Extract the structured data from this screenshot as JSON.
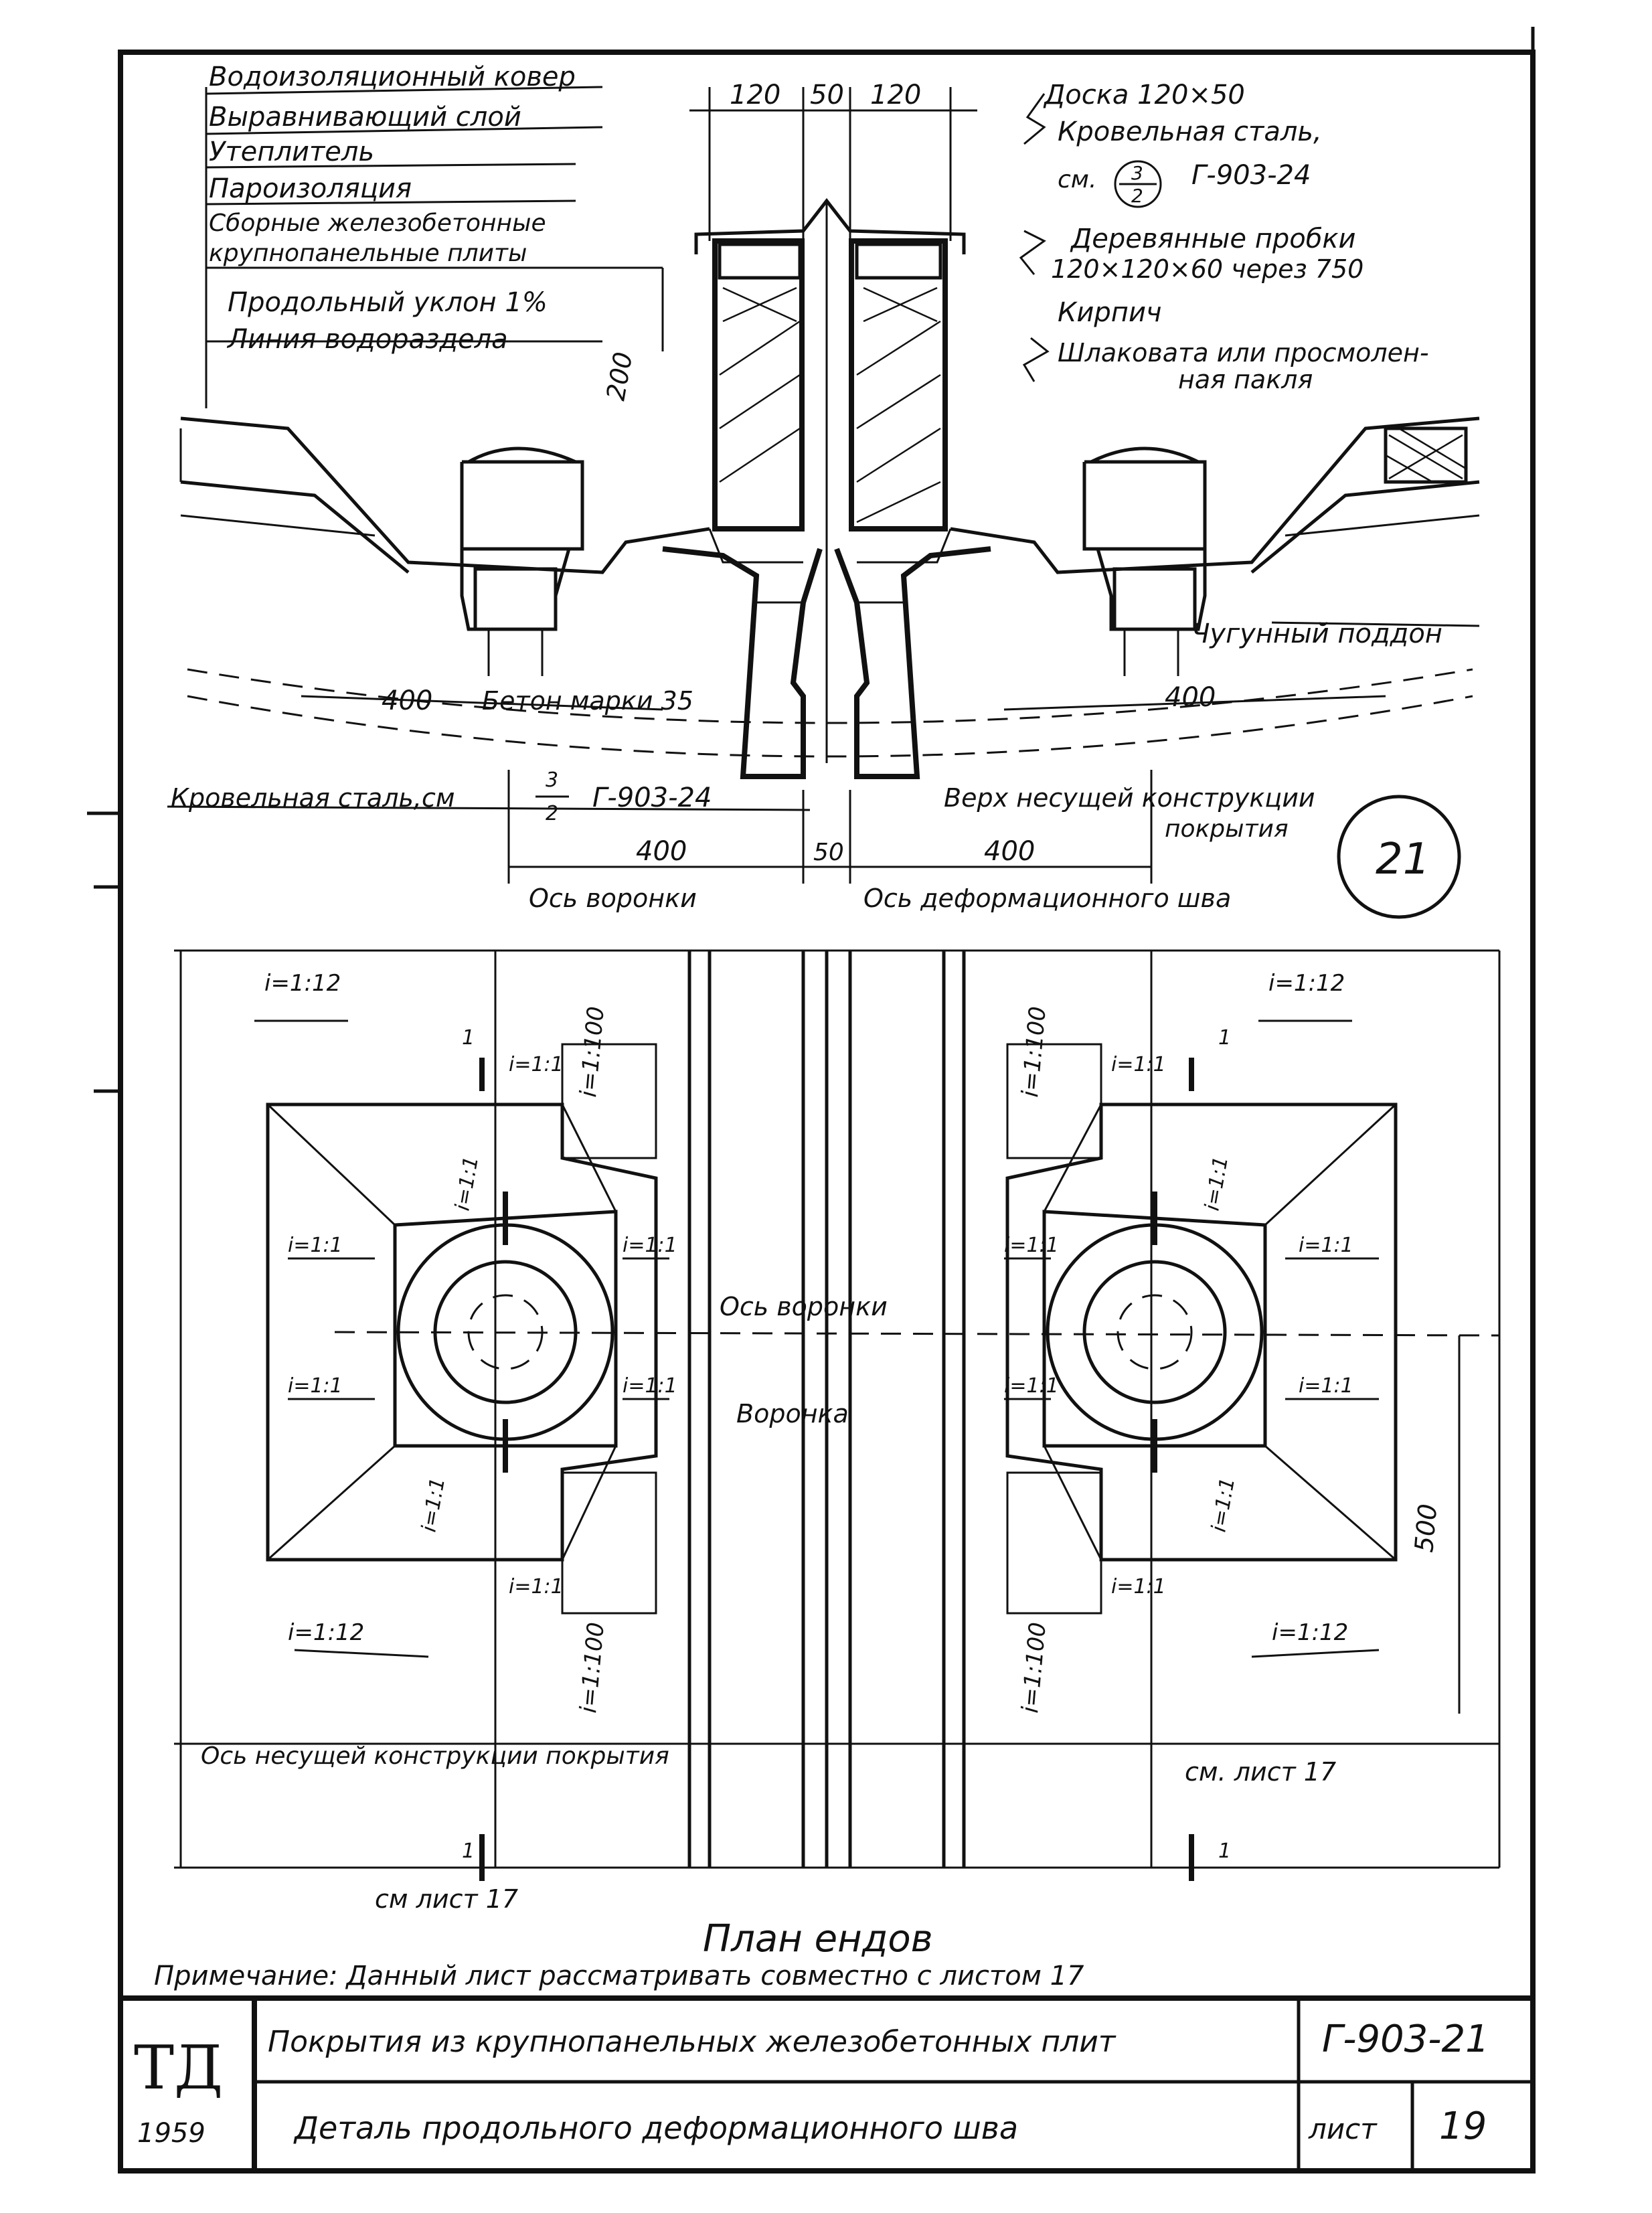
{
  "section": {
    "layer_labels": [
      "Водоизоляционный ковер",
      "Выравнивающий слой",
      "Утеплитель",
      "Пароизоляция",
      "Сборные железобетонные",
      "крупнопанельные плиты"
    ],
    "slope_label_1": "Продольный уклон 1%",
    "slope_label_2": "Линия водораздела",
    "dim_top_1": "120",
    "dim_top_2": "50",
    "dim_top_3": "120",
    "dim_200": "200",
    "callouts_right": [
      "Доска 120×50",
      "Кровельная сталь,",
      "см.",
      "Г-903-24",
      "Деревянные пробки",
      "120×120×60 через 750",
      "Кирпич",
      "Шлаковата или просмолен-",
      "ная пакля"
    ],
    "ref_num": "3",
    "ref_den": "2",
    "cast_iron_label": "Чугунный поддон",
    "concrete_label": "Бетон марки 35",
    "dim_400_left": "400",
    "dim_400_right": "400",
    "bottom_left_label": "Кровельная сталь,см",
    "bottom_left_ref": "Г-903-24",
    "top_of_structure_1": "Верх несущей конструкции",
    "top_of_structure_2": "покрытия",
    "dim_bottom_400_a": "400",
    "dim_bottom_50": "50",
    "dim_bottom_400_b": "400",
    "axis_funnel": "Ось воронки",
    "axis_joint": "Ось деформационного шва",
    "circle_number": "21"
  },
  "plan": {
    "slope_1_12": "i=1:12",
    "slope_1_100": "i=1:100",
    "slope_1_1": "i=1:1",
    "axis_funnel": "Ось воронки",
    "funnel_label": "Воронка",
    "dim_500": "500",
    "axis_structure": "Ось несущей конструкции покрытия",
    "see_sheet": "см. лист 17",
    "see_sheet_2": "см лист 17",
    "section_mark": "1",
    "title": "План ендов"
  },
  "note": "Примечание: Данный лист рассматривать совместно с листом 17",
  "title_block": {
    "logo": "ТД",
    "year": "1959",
    "title_1": "Покрытия из крупнопанельных железобетонных плит",
    "title_2": "Деталь продольного деформационного шва",
    "code": "Г-903-21",
    "sheet_label": "лист",
    "sheet_number": "19"
  }
}
